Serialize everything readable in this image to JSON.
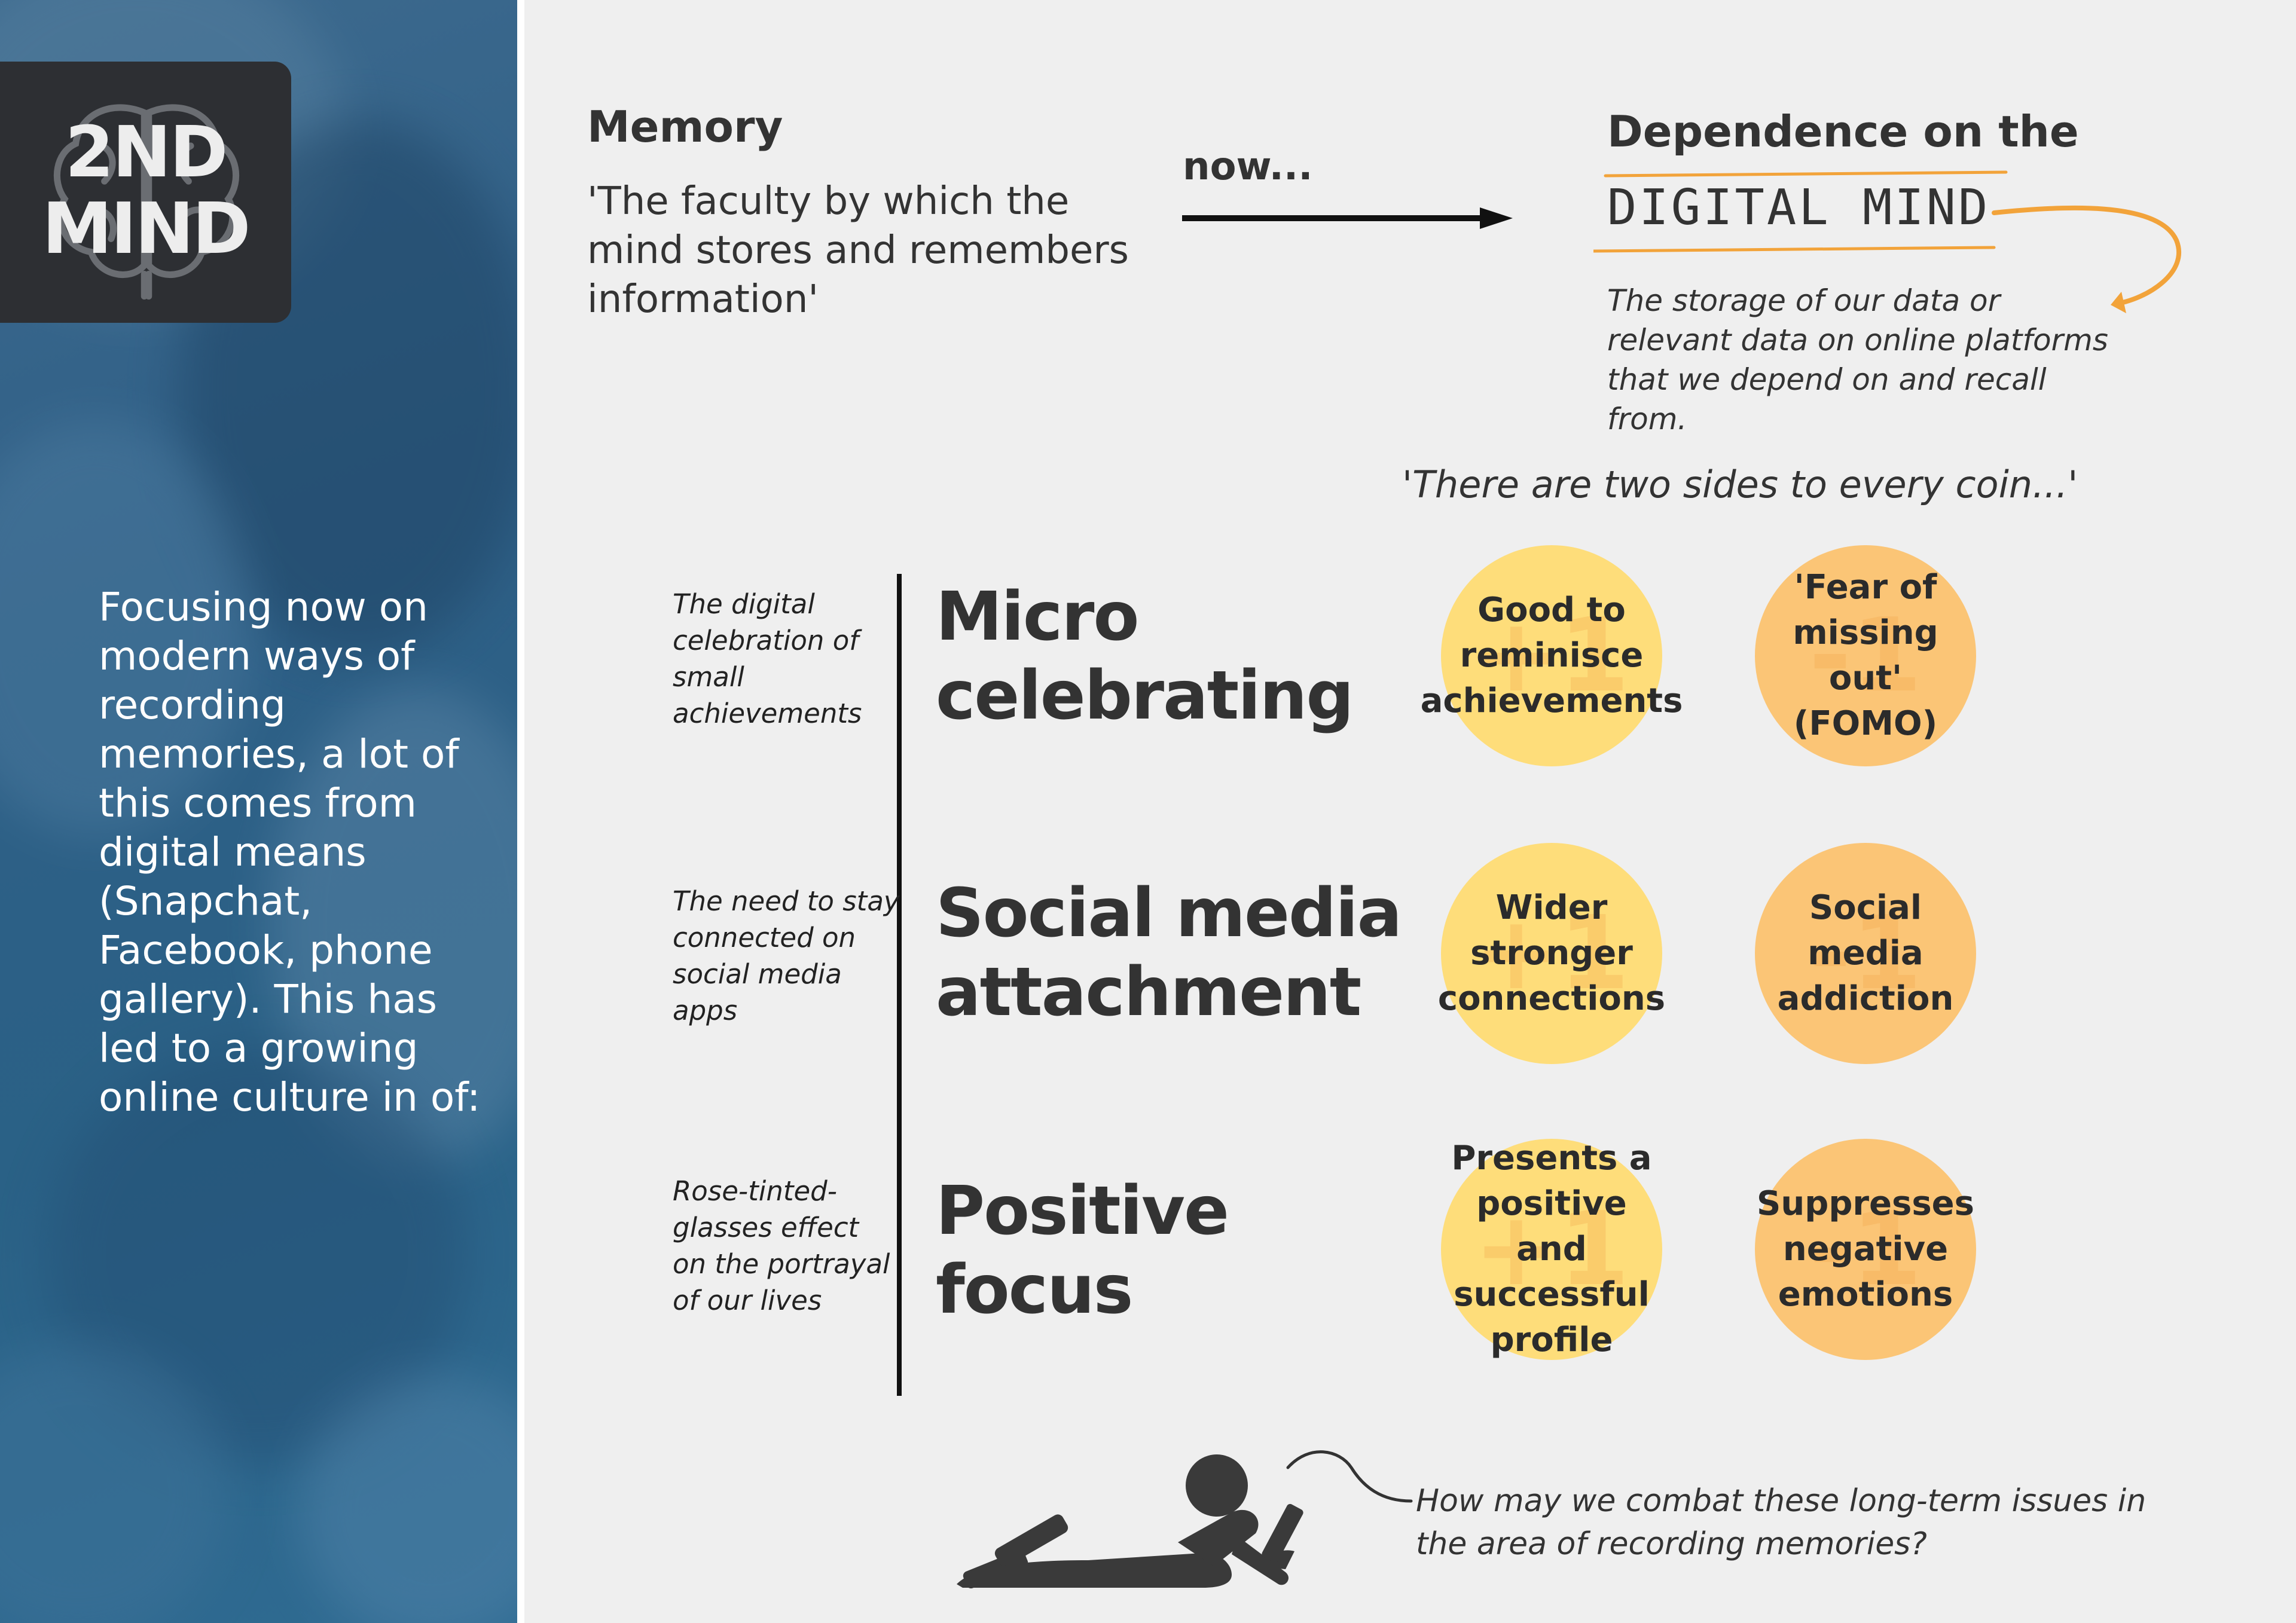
{
  "logo": {
    "line1": "2ND",
    "line2": "MIND"
  },
  "sidebar": {
    "paragraph": "Focusing now on modern ways of recording memories, a lot of this comes from digital means (Snapchat, Facebook, phone gallery). This has led to a growing online culture in of:"
  },
  "memory": {
    "title": "Memory",
    "definition": "'The faculty by which the mind stores and remembers information'"
  },
  "arrow_label": "now...",
  "digital": {
    "title": "Dependence on the",
    "mono": "DIGITAL  MIND",
    "definition": "The storage of our data or relevant data on online platforms that we depend on and recall from."
  },
  "coin_quote": "'There are two sides to every coin...'",
  "rows": [
    {
      "desc": "The digital celebration of small achievements",
      "title_line1": "Micro",
      "title_line2": "celebrating",
      "positive": "Good to reminisce achievements",
      "negative": "'Fear of missing out' (FOMO)"
    },
    {
      "desc": "The need to stay connected on social media apps",
      "title_line1": "Social media",
      "title_line2": "attachment",
      "positive": "Wider stronger connections",
      "negative": "Social media addiction"
    },
    {
      "desc": "Rose-tinted-glasses effect on the portrayal of our lives",
      "title_line1": "Positive",
      "title_line2": "focus",
      "positive": "Presents a positive and successful profile",
      "negative": "Suppresses negative emotions"
    }
  ],
  "watermarks": {
    "positive": "+1",
    "negative": "-1"
  },
  "question": "How may we combat these long-term issues in the area of recording memories?",
  "colors": {
    "sidebar": "#2f6189",
    "logo_bg": "#2d2f33",
    "accent_orange": "#f2a33a",
    "circle_yellow": "#fedd7a",
    "circle_orange": "#fbc576",
    "text_dark": "#333333"
  }
}
